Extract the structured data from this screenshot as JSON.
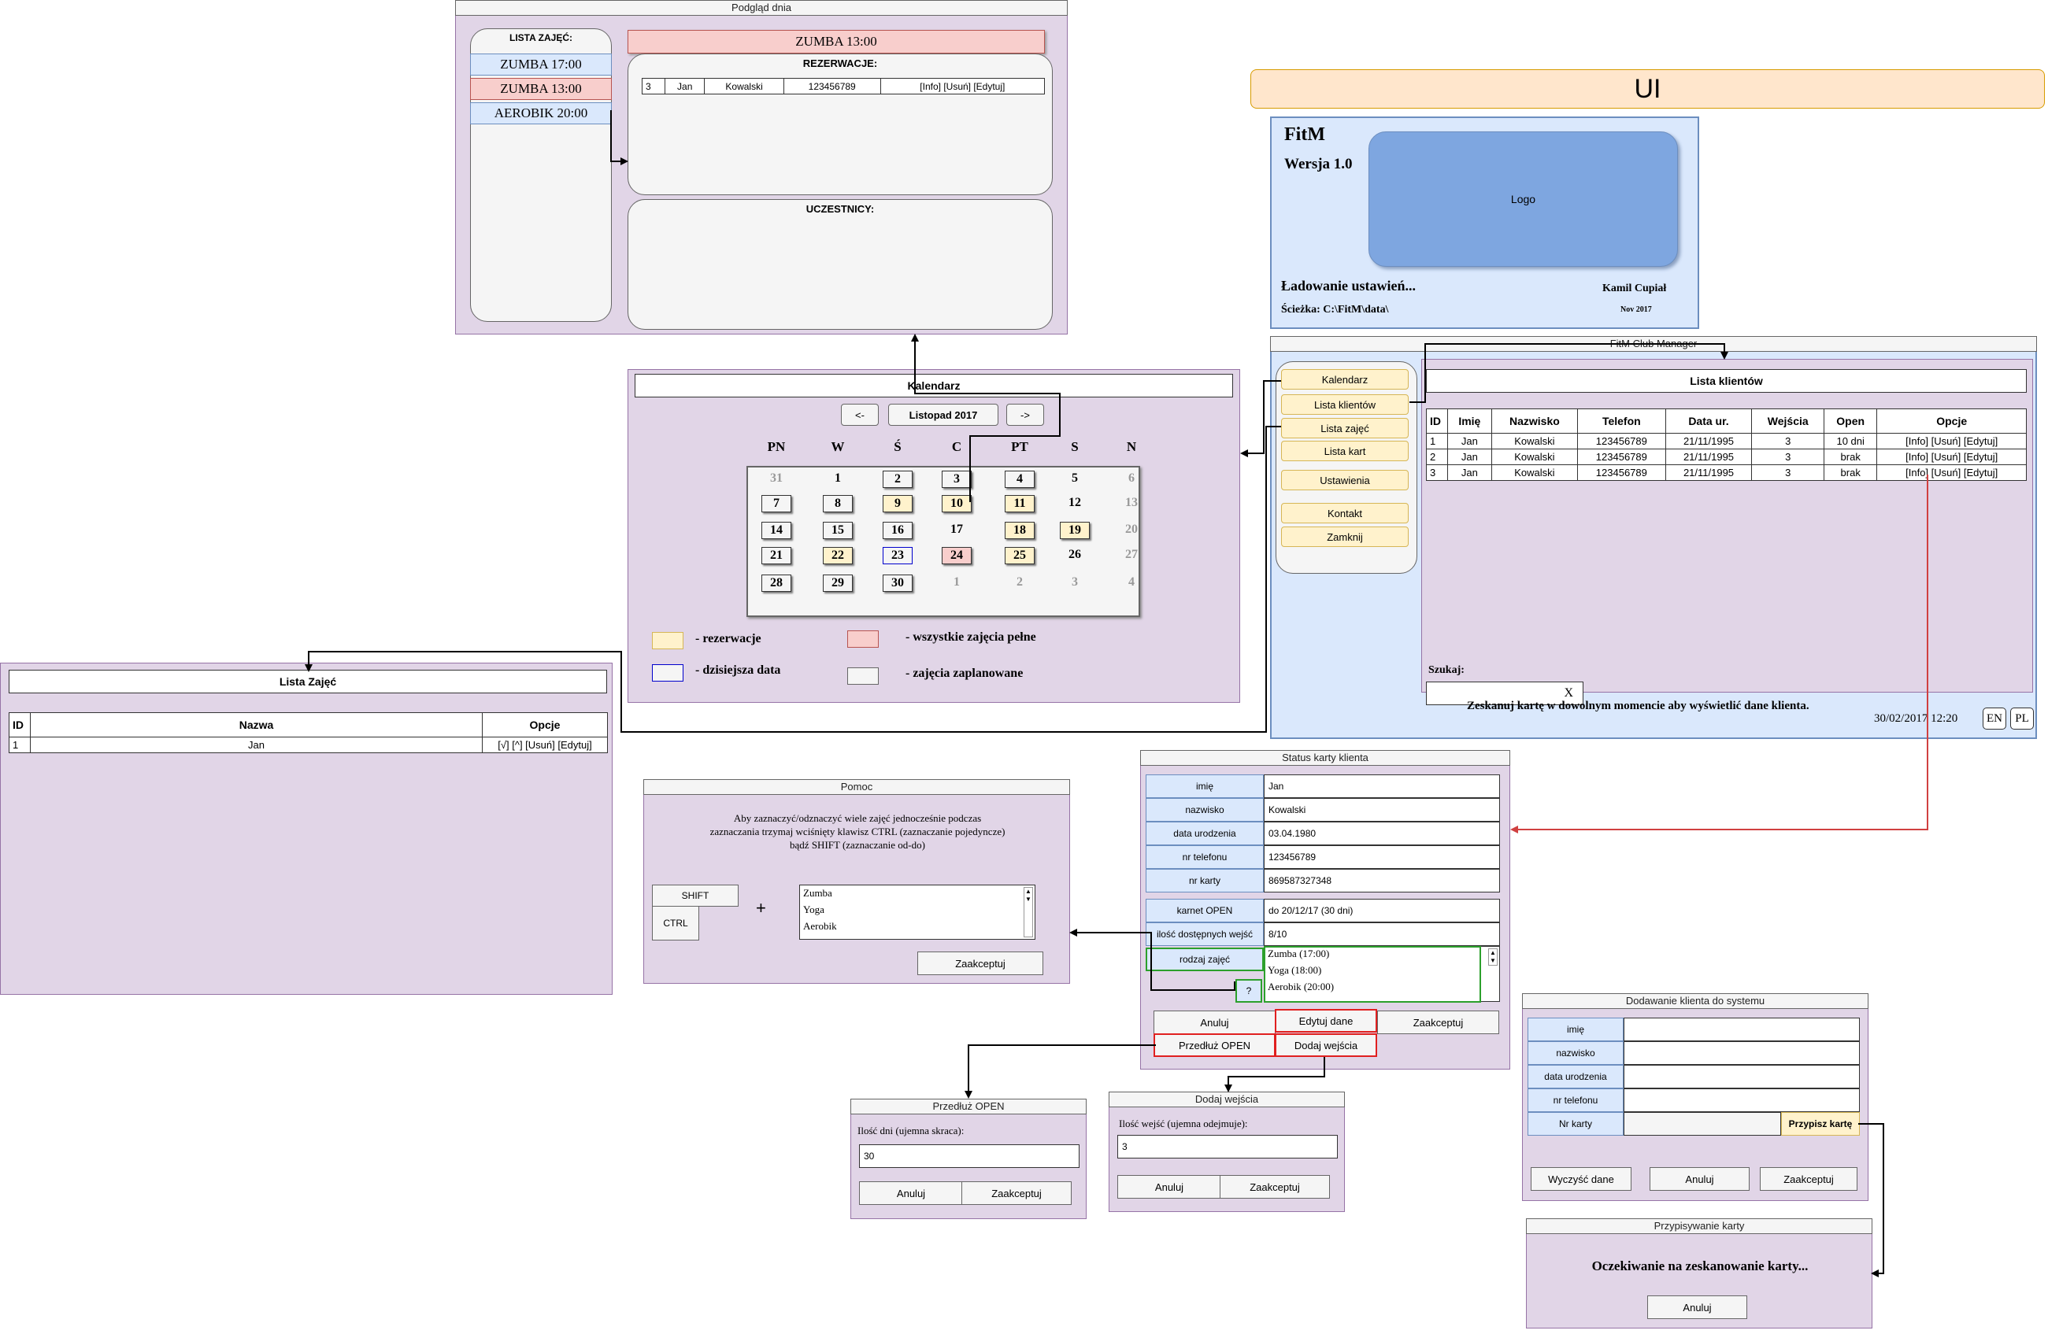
{
  "title": "UI",
  "podglad": {
    "title": "Podgląd dnia",
    "list_header": "LISTA ZAJĘĆ:",
    "classes": [
      {
        "label": "ZUMBA 17:00",
        "color": "#dae8fc"
      },
      {
        "label": "ZUMBA 13:00",
        "color": "#f8cecc"
      },
      {
        "label": "AEROBIK 20:00",
        "color": "#dae8fc"
      }
    ],
    "selected": "ZUMBA 13:00",
    "reservations_header": "REZERWACJE:",
    "reservation_row": [
      "3",
      "Jan",
      "Kowalski",
      "123456789",
      "[Info] [Usuń] [Edytuj]"
    ],
    "participants_header": "UCZESTNICY:"
  },
  "kalendarz": {
    "title": "Kalendarz",
    "prev": "<-",
    "next": "->",
    "month": "Listopad 2017",
    "weekdays": [
      "PN",
      "W",
      "Ś",
      "C",
      "PT",
      "S",
      "N"
    ],
    "weeks": [
      [
        "31",
        "1",
        "2",
        "3",
        "4",
        "5",
        "6"
      ],
      [
        "7",
        "8",
        "9",
        "10",
        "11",
        "12",
        "13"
      ],
      [
        "14",
        "15",
        "16",
        "17",
        "18",
        "19",
        "20"
      ],
      [
        "21",
        "22",
        "23",
        "24",
        "25",
        "26",
        "27"
      ],
      [
        "28",
        "29",
        "30",
        "1",
        "2",
        "3",
        "4"
      ]
    ],
    "legend": {
      "reservations": "- rezerwacje",
      "full": "- wszystkie zajęcia pełne",
      "today": "- dzisiejsza data",
      "planned": "- zajęcia zaplanowane"
    },
    "colors": {
      "reservations": "#fff2cc",
      "full": "#f8cecc",
      "today": "#0000cc",
      "planned": "#f5f5f5"
    }
  },
  "lista_zajec": {
    "title": "Lista Zajęć",
    "headers": [
      "ID",
      "Nazwa",
      "Opcje"
    ],
    "rows": [
      [
        "1",
        "Jan",
        "[√] [^] [Usuń] [Edytuj]"
      ]
    ]
  },
  "splash": {
    "app": "FitM",
    "version": "Wersja 1.0",
    "logo": "Logo",
    "loading": "Ładowanie ustawień...",
    "author": "Kamil Cupiał",
    "path": "Ścieżka: C:\\FitM\\data\\",
    "date": "Nov 2017"
  },
  "manager": {
    "title": "FitM Club Manager",
    "menu": [
      "Kalendarz",
      "Lista klientów",
      "Lista zajęć",
      "Lista kart",
      "Ustawienia",
      "Kontakt",
      "Zamknij"
    ],
    "clients_title": "Lista klientów",
    "headers": [
      "ID",
      "Imię",
      "Nazwisko",
      "Telefon",
      "Data ur.",
      "Wejścia",
      "Open",
      "Opcje"
    ],
    "rows": [
      [
        "1",
        "Jan",
        "Kowalski",
        "123456789",
        "21/11/1995",
        "3",
        "10 dni",
        "[Info] [Usuń] [Edytuj]"
      ],
      [
        "2",
        "Jan",
        "Kowalski",
        "123456789",
        "21/11/1995",
        "3",
        "brak",
        "[Info] [Usuń] [Edytuj]"
      ],
      [
        "3",
        "Jan",
        "Kowalski",
        "123456789",
        "21/11/1995",
        "3",
        "brak",
        "[Info] [Usuń] [Edytuj]"
      ]
    ],
    "search_label": "Szukaj:",
    "search_clear": "X",
    "scan_hint": "Zeskanuj kartę w dowolnym momencie aby wyświetlić dane klienta.",
    "datetime": "30/02/2017 12:20",
    "lang_en": "EN",
    "lang_pl": "PL"
  },
  "status": {
    "title": "Status karty klienta",
    "fields": [
      {
        "label": "imię",
        "value": "Jan"
      },
      {
        "label": "nazwisko",
        "value": "Kowalski"
      },
      {
        "label": "data urodzenia",
        "value": "03.04.1980"
      },
      {
        "label": "nr telefonu",
        "value": "123456789"
      },
      {
        "label": "nr karty",
        "value": "869587327348"
      }
    ],
    "open_label": "karnet OPEN",
    "open_value": "do 20/12/17 (30 dni)",
    "entries_label": "ilość dostępnych wejść",
    "entries_value": "8/10",
    "type_label": "rodzaj zajęć",
    "types": [
      "Zumba (17:00)",
      "Yoga (18:00)",
      "Aerobik (20:00)"
    ],
    "help": "?",
    "buttons": [
      "Anuluj",
      "Edytuj dane",
      "Zaakceptuj",
      "Przedłuż OPEN",
      "Dodaj wejścia"
    ]
  },
  "pomoc": {
    "title": "Pomoc",
    "text": [
      "Aby zaznaczyć/odznaczyć wiele zajęć jednocześnie podczas",
      "zaznaczania trzymaj wciśnięty klawisz CTRL (zaznaczanie pojedyncze)",
      "bądź SHIFT (zaznaczanie od-do)"
    ],
    "shift": "SHIFT",
    "ctrl": "CTRL",
    "plus": "+",
    "items": [
      "Zumba",
      "Yoga",
      "Aerobik"
    ],
    "accept": "Zaakceptuj"
  },
  "przedluz": {
    "title": "Przedłuż OPEN",
    "label": "Ilość dni (ujemna skraca):",
    "value": "30",
    "cancel": "Anuluj",
    "accept": "Zaakceptuj"
  },
  "dodaj": {
    "title": "Dodaj wejścia",
    "label": "Ilość wejść (ujemna odejmuje):",
    "value": "3",
    "cancel": "Anuluj",
    "accept": "Zaakceptuj"
  },
  "dodawanie": {
    "title": "Dodawanie klienta do systemu",
    "fields": [
      "imię",
      "nazwisko",
      "data urodzenia",
      "nr telefonu",
      "Nr karty"
    ],
    "assign": "Przypisz kartę",
    "buttons": [
      "Wyczyść dane",
      "Anuluj",
      "Zaakceptuj"
    ]
  },
  "przypisywanie": {
    "title": "Przypisywanie karty",
    "waiting": "Oczekiwanie na zeskanowanie karty...",
    "cancel": "Anuluj"
  }
}
